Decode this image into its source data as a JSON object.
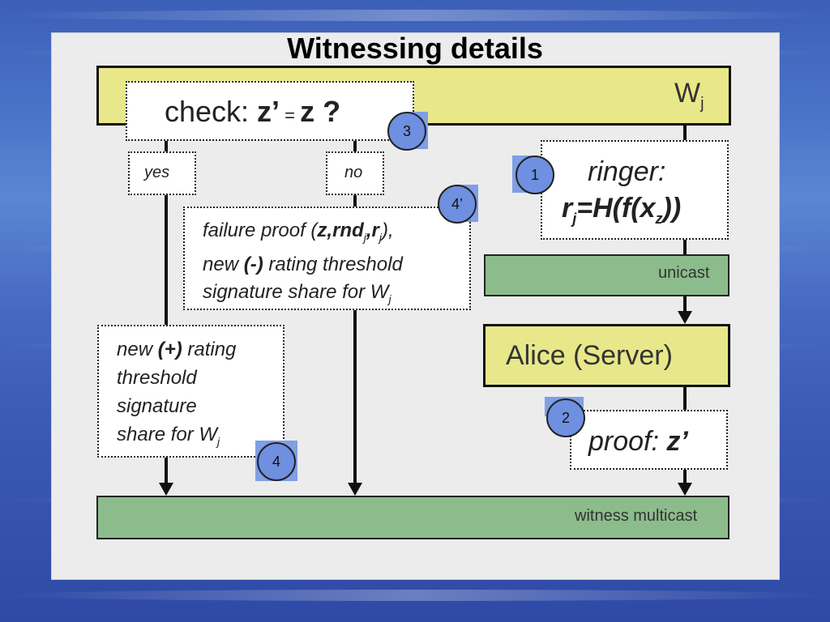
{
  "title": "Witnessing details",
  "wj_label": "W",
  "wj_sub": "j",
  "check_text": "check: ",
  "check_zprime": "z’",
  "check_eq": " = ",
  "check_z": "z ?",
  "yes_label": "yes",
  "no_label": "no",
  "ringer_label": "ringer:",
  "ringer_formula_r": "r",
  "ringer_formula_j": "j",
  "ringer_formula_mid": "=H(f(x",
  "ringer_formula_z": "z",
  "ringer_formula_end": "))",
  "unicast_label": "unicast",
  "alice_label": "Alice (Server)",
  "proof_label": "proof: ",
  "proof_z": "z’",
  "failure_line1_a": "failure proof (",
  "failure_line1_b": "z,rnd",
  "failure_line1_sub1": "j",
  "failure_line1_c": ",r",
  "failure_line1_sub2": "j",
  "failure_line1_d": "),",
  "failure_line2_a": "new ",
  "failure_line2_b": "(-)",
  "failure_line2_c": " rating threshold",
  "failure_line3": "signature share for W",
  "failure_line3_sub": "j",
  "plus_line1_a": "new ",
  "plus_line1_b": "(+)",
  "plus_line1_c": " rating",
  "plus_line2": "threshold",
  "plus_line3": "signature",
  "plus_line4": "share for W",
  "plus_line4_sub": "j",
  "witness_label": "witness multicast",
  "badges": {
    "b1": "1",
    "b2": "2",
    "b3": "3",
    "b4": "4",
    "b4p": "4’"
  },
  "colors": {
    "yellow": "#e8e88a",
    "green": "#8cbc8c",
    "badge": "#6f8fe0"
  }
}
